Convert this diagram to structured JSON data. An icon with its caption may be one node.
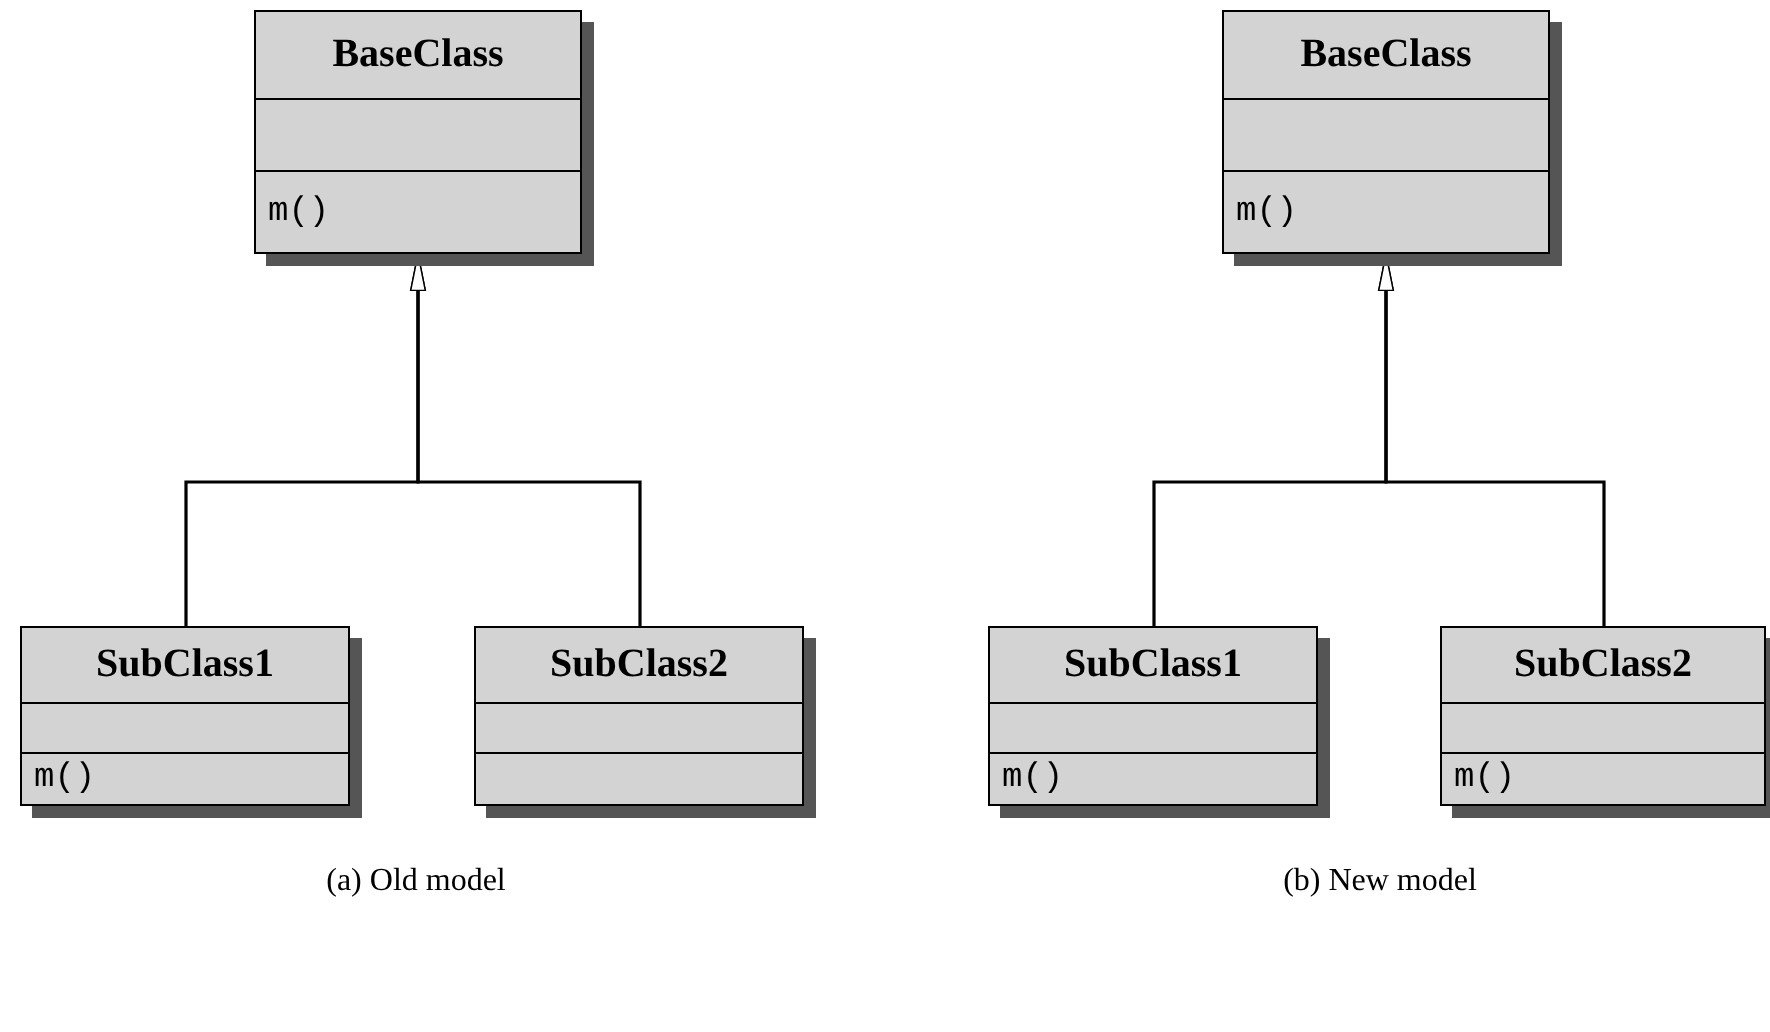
{
  "diagram": {
    "nodes": [
      {
        "text": [
          "BaseClass",
          "m()"
        ]
      },
      {
        "text": [
          "SubClass1",
          "m()"
        ]
      },
      {
        "text": [
          "SubClass2"
        ]
      },
      {
        "text": [
          "BaseClass",
          "m()"
        ]
      },
      {
        "text": [
          "SubClass1",
          "m()"
        ]
      },
      {
        "text": [
          "SubClass2",
          "m()"
        ]
      }
    ],
    "edges": [
      {
        "from": 1,
        "to": 0,
        "arrow": "to"
      },
      {
        "from": 2,
        "to": 0,
        "arrow": "to"
      },
      {
        "from": 4,
        "to": 3,
        "arrow": "to"
      },
      {
        "from": 5,
        "to": 3,
        "arrow": "to"
      }
    ],
    "labels": [
      "(a) Old model",
      "(b) New model"
    ]
  }
}
